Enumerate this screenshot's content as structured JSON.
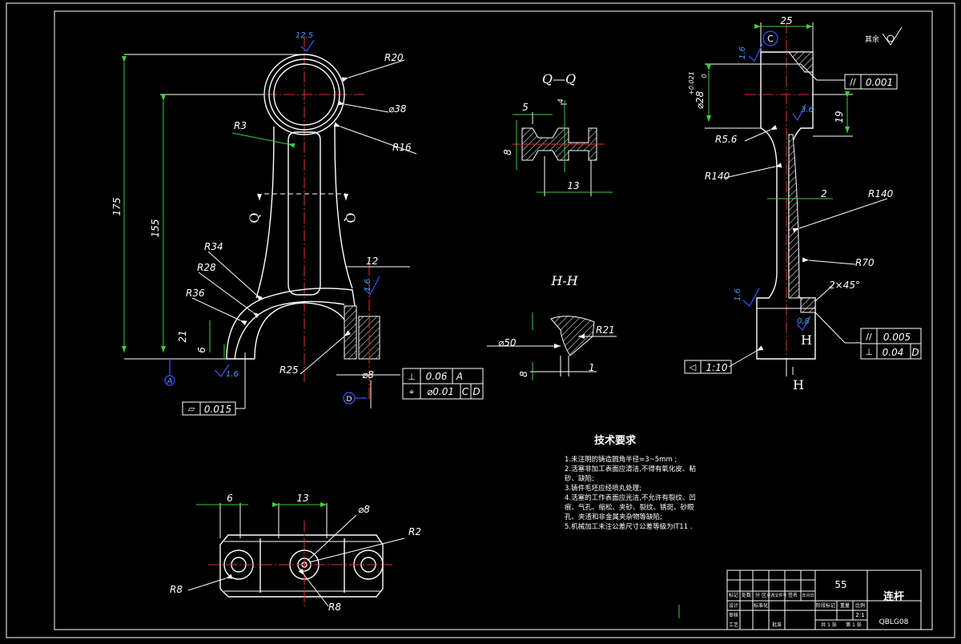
{
  "drawing": {
    "dimensions": {
      "r12_5": "12.5",
      "r20": "R20",
      "d38": "⌀38",
      "r3": "R3",
      "r16": "R16",
      "d175": "175",
      "d155": "155",
      "r34": "R34",
      "r28": "R28",
      "r36": "R36",
      "d21": "21",
      "d6": "6",
      "r25": "R25",
      "d12": "12",
      "rough16a": "1.6",
      "d8": "⌀8",
      "q1": "Q",
      "q2": "Q",
      "rough16b": "1.6",
      "qq_title": "Q—Q",
      "qq5": "5",
      "qq4": "4",
      "qq8": "8",
      "qq13": "13",
      "hh_title": "H-H",
      "hh_d50": "⌀50",
      "hh_r21": "R21",
      "hh_8": "8",
      "hh_1": "1",
      "sv25": "25",
      "sv_c": "C",
      "sv16a": "1.6",
      "sv_d28": "⌀28",
      "sv_tol": "+0.021",
      "sv_tol0": "0",
      "sv19": "19",
      "sv_rough_top": "3.6",
      "sv_r56": "R5.6",
      "sv_r140a": "R140",
      "sv_2": "2",
      "sv_r140b": "R140",
      "sv_r70": "R70",
      "sv_chamf": "2×45°",
      "sv16b": "1.6",
      "sv_rough_bot": "0.8",
      "sv_h1": "H",
      "sv_h2": "H",
      "sv_taper": "1:10",
      "bv6": "6",
      "bv13": "13",
      "bv_d8": "⌀8",
      "bv_r2": "R2",
      "bv_r8a": "R8",
      "bv_r8b": "R8",
      "top_rough_label": "其余",
      "datum_a": "A",
      "datum_d": "D"
    },
    "tolerances": {
      "flat_sym": "▱",
      "flat_val": "0.015",
      "perp1_sym": "⊥",
      "perp1_val": "0.06",
      "perp1_ref": "A",
      "pos_sym": "⌖",
      "pos_val": "⌀0.01",
      "pos_ref1": "C",
      "pos_ref2": "D",
      "par_sym": "//",
      "par_val": "0.001",
      "par2_sym": "//",
      "par2_val": "0.005",
      "perp2_sym": "⊥",
      "perp2_val": "0.04",
      "perp2_ref": "D"
    },
    "tech_requirements": {
      "heading": "技术要求",
      "items": [
        "1.未注明的铸造圆角半径=3~5mm ;",
        "2.活塞非加工表面应清洁,不得有氧化皮、粘",
        "  砂、缺陷;",
        "3.铸件毛坯应经喷丸处理;",
        "4.活塞的工作表面应光洁,不允许有裂纹、凹",
        "  痕、气孔、缩松、夹砂、裂纹、锈斑、砂眼",
        "  孔、夹渣和非金属夹杂物等缺陷;",
        "5.机械加工未注公差尺寸公差等级为IT11 ."
      ]
    },
    "title_block": {
      "number": "55",
      "part_name": "连杆",
      "drawing_code": "QBLG08",
      "scale": "2:1",
      "cells": [
        "标记",
        "处数",
        "分 区",
        "更改文件号",
        "签名",
        "年月日",
        "设计",
        "标准化",
        "批准",
        "审核",
        "工艺",
        "阶段标记",
        "重量",
        "比例",
        "共 1 张",
        "第 1 张"
      ]
    }
  }
}
